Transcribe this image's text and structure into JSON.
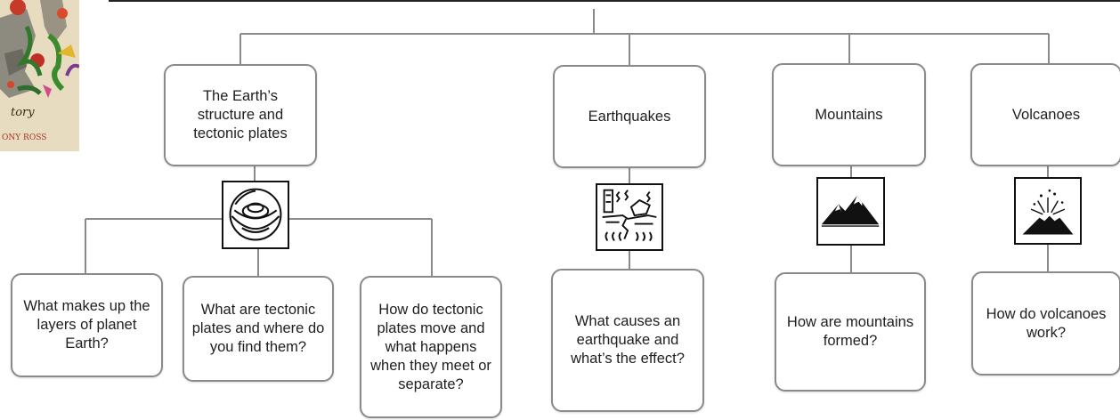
{
  "book_cover": {
    "fragment_1": "tory",
    "fragment_2": "ONY ROSS"
  },
  "topics": [
    {
      "title": "The Earth’s structure and tectonic plates",
      "icon": "earth-layers-icon"
    },
    {
      "title": "Earthquakes",
      "icon": "earthquake-icon"
    },
    {
      "title": "Mountains",
      "icon": "mountains-icon"
    },
    {
      "title": "Volcanoes",
      "icon": "volcano-icon"
    }
  ],
  "questions": [
    "What makes up the layers of planet Earth?",
    "What are tectonic plates and where do you find them?",
    "How do tectonic plates move and what happens when they meet or separate?",
    "What causes an earthquake and what’s the effect?",
    "How are mountains formed?",
    "How do volcanoes work?"
  ]
}
